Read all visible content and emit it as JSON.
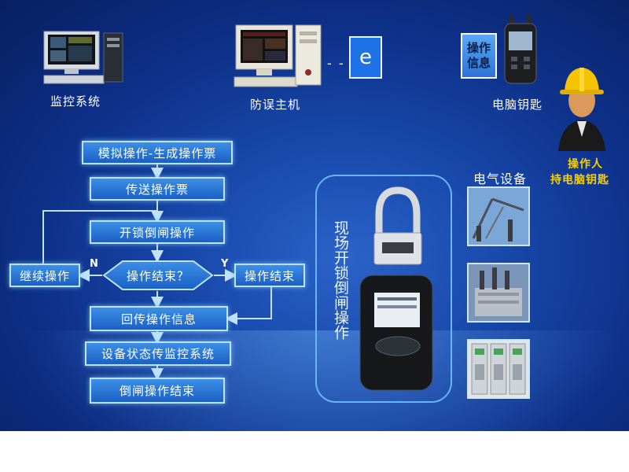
{
  "top": {
    "monitor_label": "监控系统",
    "host_label": "防误主机",
    "key_label": "电脑钥匙",
    "op_info": "操作信息",
    "e_letter": "e",
    "operator_line1": "操作人",
    "operator_line2": "持电脑钥匙"
  },
  "flow": {
    "step1": "模拟操作-生成操作票",
    "step2": "传送操作票",
    "step3": "开锁倒闸操作",
    "decision": "操作结束？",
    "continue": "继续操作",
    "end": "操作结束",
    "no": "N",
    "yes": "Y",
    "step4": "回传操作信息",
    "step5": "设备状态传监控系统",
    "step6": "倒闸操作结束"
  },
  "device": {
    "vertical_text": "现场开锁倒闸操作"
  },
  "equipment": {
    "title": "电气设备"
  },
  "colors": {
    "accent": "#1b60c4",
    "border": "#bfe3ff",
    "helmet": "#f5c400"
  }
}
